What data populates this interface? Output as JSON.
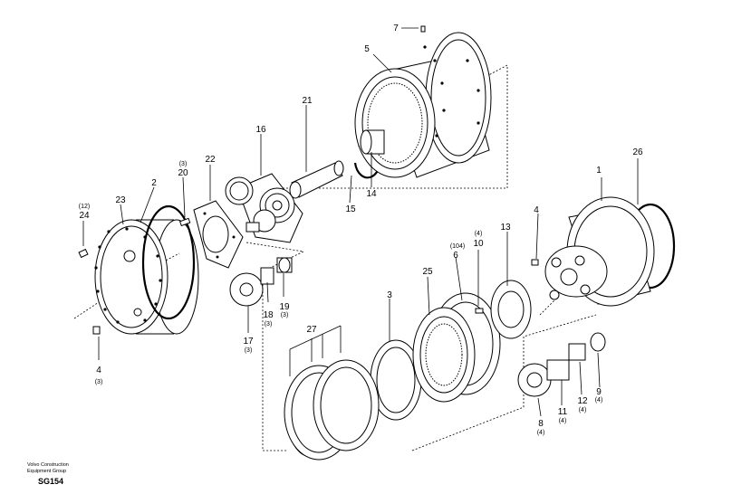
{
  "callouts": [
    {
      "id": "c1",
      "num": "1",
      "qty": ""
    },
    {
      "id": "c2",
      "num": "2",
      "qty": ""
    },
    {
      "id": "c3",
      "num": "3",
      "qty": ""
    },
    {
      "id": "c4a",
      "num": "4",
      "qty": "(3)"
    },
    {
      "id": "c4b",
      "num": "4",
      "qty": ""
    },
    {
      "id": "c5",
      "num": "5",
      "qty": ""
    },
    {
      "id": "c6",
      "num": "6",
      "qty": "(104)"
    },
    {
      "id": "c7",
      "num": "7",
      "qty": ""
    },
    {
      "id": "c8",
      "num": "8",
      "qty": "(4)"
    },
    {
      "id": "c9",
      "num": "9",
      "qty": "(4)"
    },
    {
      "id": "c10",
      "num": "10",
      "qty": "(4)"
    },
    {
      "id": "c11",
      "num": "11",
      "qty": "(4)"
    },
    {
      "id": "c12",
      "num": "12",
      "qty": "(4)"
    },
    {
      "id": "c13",
      "num": "13",
      "qty": ""
    },
    {
      "id": "c14",
      "num": "14",
      "qty": ""
    },
    {
      "id": "c15",
      "num": "15",
      "qty": ""
    },
    {
      "id": "c16",
      "num": "16",
      "qty": ""
    },
    {
      "id": "c17",
      "num": "17",
      "qty": "(3)"
    },
    {
      "id": "c18",
      "num": "18",
      "qty": "(3)"
    },
    {
      "id": "c19",
      "num": "19",
      "qty": "(3)"
    },
    {
      "id": "c20",
      "num": "20",
      "qty": "(3)"
    },
    {
      "id": "c21",
      "num": "21",
      "qty": ""
    },
    {
      "id": "c22",
      "num": "22",
      "qty": ""
    },
    {
      "id": "c23",
      "num": "23",
      "qty": ""
    },
    {
      "id": "c24",
      "num": "24",
      "qty": "(12)"
    },
    {
      "id": "c25",
      "num": "25",
      "qty": ""
    },
    {
      "id": "c26",
      "num": "26",
      "qty": ""
    },
    {
      "id": "c27",
      "num": "27",
      "qty": ""
    }
  ],
  "footer": {
    "company_line1": "Volvo Construction",
    "company_line2": "Equipment Group",
    "figure_ref": "SG154"
  }
}
